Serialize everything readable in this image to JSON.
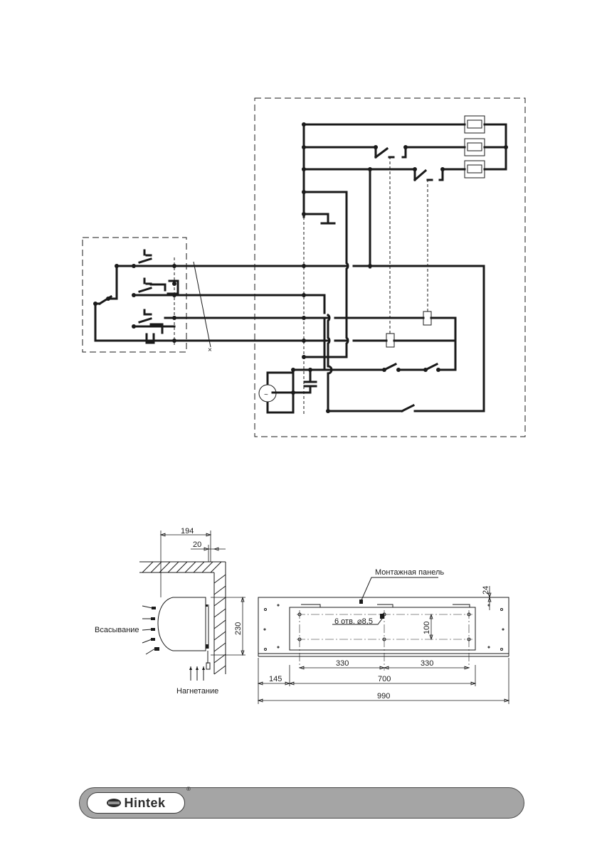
{
  "mounting": {
    "side_view": {
      "dim_overall_depth": "194",
      "dim_offset": "20",
      "dim_height": "230",
      "label_intake": "Всасывание",
      "label_discharge": "Нагнетание"
    },
    "front_view": {
      "label_mounting_panel": "Монтажная панель",
      "label_holes": "6 отв. ⌀8,5",
      "dim_top_offset": "24",
      "dim_hole_vertical": "100",
      "dim_hole_spacing_left": "330",
      "dim_hole_spacing_right": "330",
      "dim_edge_offset": "145",
      "dim_panel_width": "700",
      "dim_overall_width": "990"
    }
  },
  "footer": {
    "brand": "Hintek",
    "registered_mark": "®"
  },
  "colors": {
    "ink": "#1a1a1a",
    "footer_bar": "#a5a5a5"
  }
}
